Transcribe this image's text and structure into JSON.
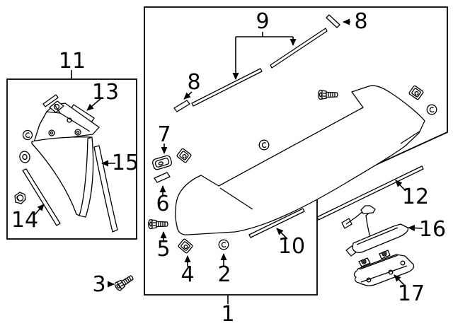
{
  "diagram": {
    "kind": "exploded-parts-diagram",
    "background": "#ffffff",
    "line_color": "#000000",
    "callouts": [
      {
        "num": "1"
      },
      {
        "num": "2"
      },
      {
        "num": "3"
      },
      {
        "num": "4"
      },
      {
        "num": "5"
      },
      {
        "num": "6"
      },
      {
        "num": "7"
      },
      {
        "num": "8"
      },
      {
        "num": "8"
      },
      {
        "num": "9"
      },
      {
        "num": "10"
      },
      {
        "num": "11"
      },
      {
        "num": "12"
      },
      {
        "num": "13"
      },
      {
        "num": "14"
      },
      {
        "num": "15"
      },
      {
        "num": "16"
      },
      {
        "num": "17"
      }
    ]
  }
}
